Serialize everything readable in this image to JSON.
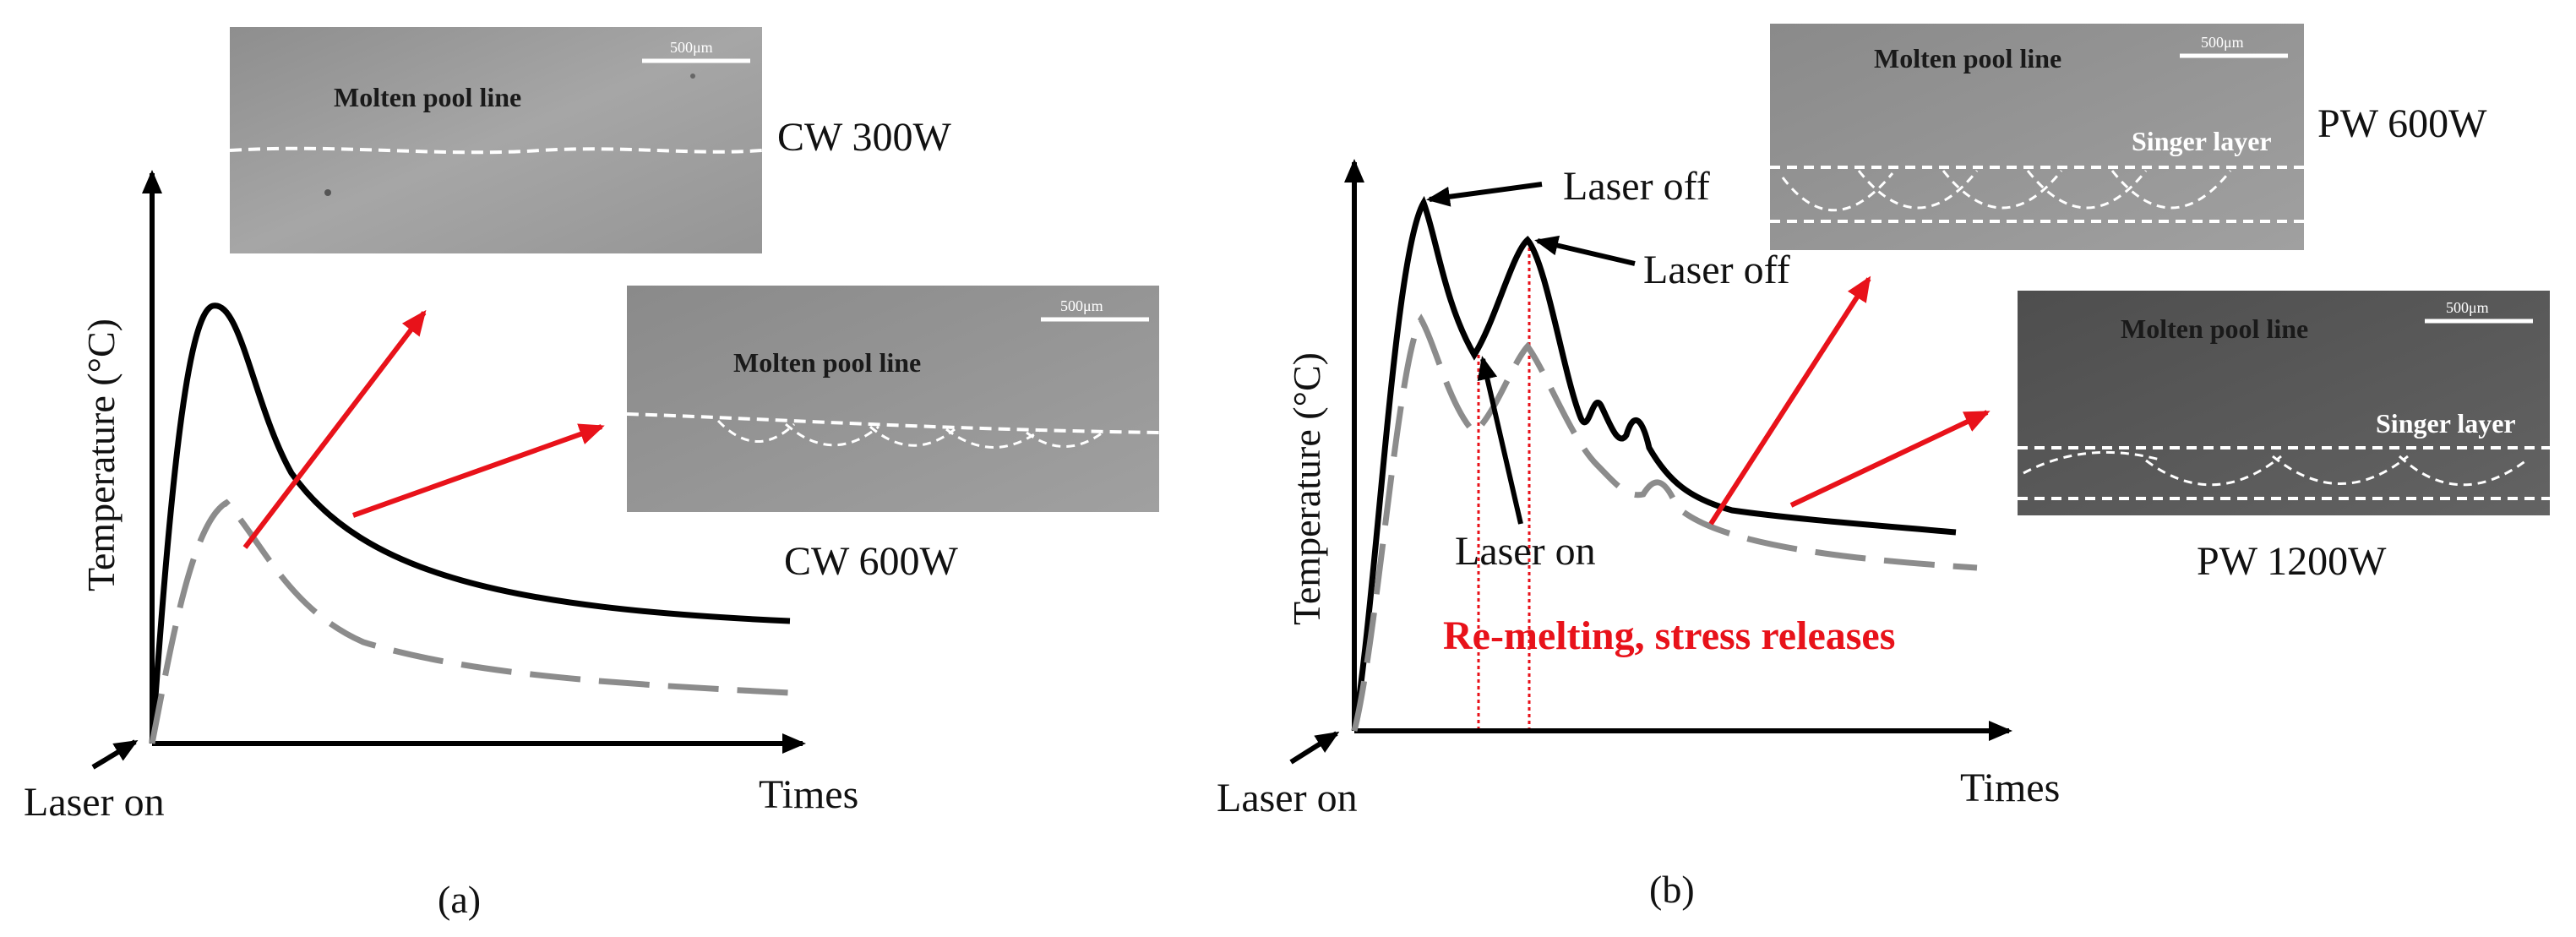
{
  "colors": {
    "high_power_curve": "#000000",
    "low_power_curve": "#8c8c8c",
    "arrow_red": "#e8121a",
    "remelt_text": "#e8121a",
    "micrograph_light": "#9a9a9a",
    "micrograph_dark": "#5a5a5a"
  },
  "panel_a": {
    "caption": "(a)",
    "y_label": "Temperature (°C)",
    "x_label": "Times",
    "origin_label": "Laser on",
    "micrographs": [
      {
        "label": "CW 300W",
        "overlay_text": "Molten pool line",
        "scale_bar": "500μm"
      },
      {
        "label": "CW 600W",
        "overlay_text": "Molten pool line",
        "scale_bar": "500μm"
      }
    ]
  },
  "panel_b": {
    "caption": "(b)",
    "y_label": "Temperature (°C)",
    "x_label": "Times",
    "origin_label": "Laser on",
    "annotations": {
      "laser_off_1": "Laser off",
      "laser_off_2": "Laser off",
      "laser_on": "Laser on",
      "remelting": "Re-melting, stress releases"
    },
    "micrographs": [
      {
        "label": "PW 600W",
        "overlay_text": "Molten pool line",
        "layer_text": "Singer layer",
        "scale_bar": "500μm"
      },
      {
        "label": "PW 1200W",
        "overlay_text": "Molten pool line",
        "layer_text": "Singer layer",
        "scale_bar": "500μm"
      }
    ]
  }
}
